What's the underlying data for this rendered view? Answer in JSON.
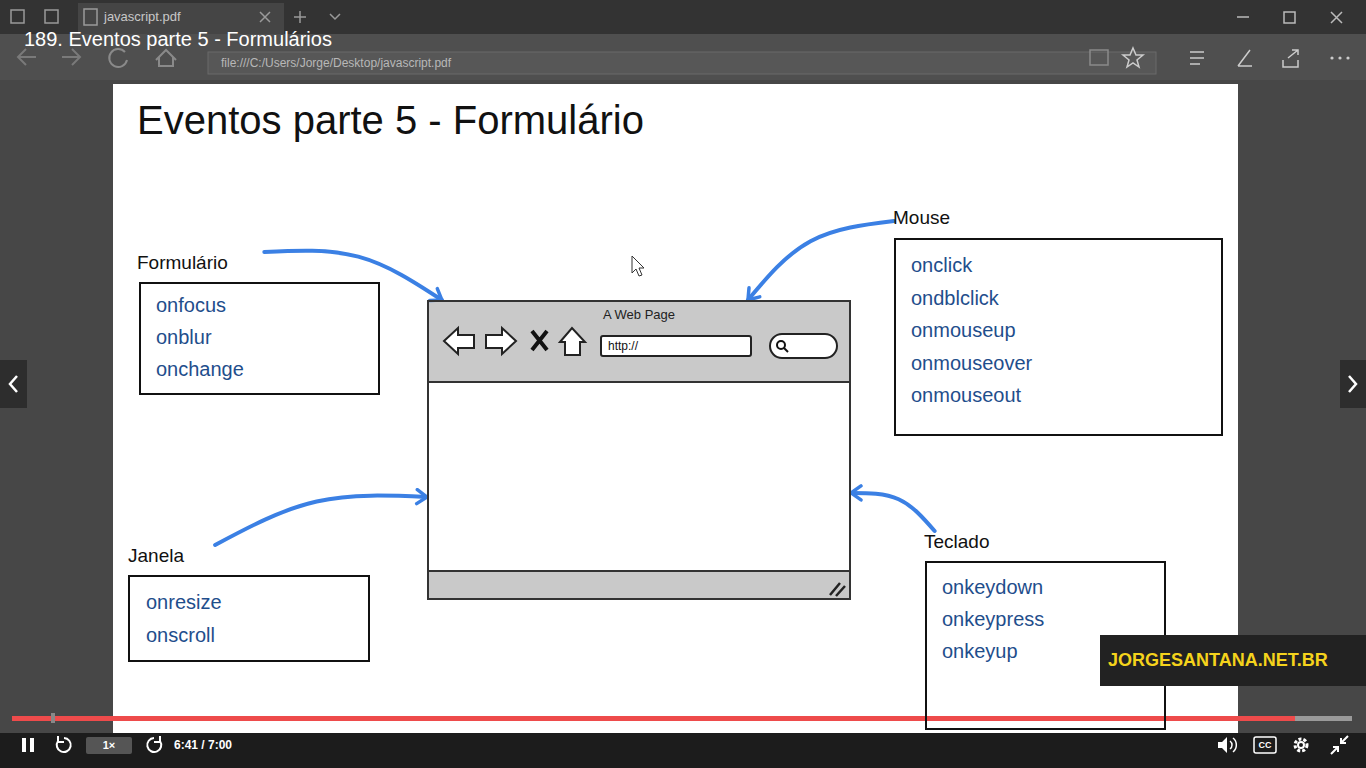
{
  "diagram": {
    "title": "Eventos parte 5 - Formulário",
    "nodes": [
      {
        "text": [
          "Formulário",
          "onfocus",
          "onblur",
          "onchange"
        ]
      },
      {
        "text": [
          "Mouse",
          "onclick",
          "ondblclick",
          "onmouseup",
          "onmouseover",
          "onmouseout"
        ]
      },
      {
        "text": [
          "A Web Page"
        ]
      },
      {
        "text": [
          "http://"
        ],
        "in": 2
      },
      {
        "text": [
          "Janela",
          "onresize",
          "onscroll"
        ]
      },
      {
        "text": [
          "Teclado",
          "onkeydown",
          "onkeypress",
          "onkeyup"
        ]
      },
      {
        "text": [
          "JORGESANTANA.NET.BR"
        ]
      }
    ],
    "edges": [
      {
        "from": 0,
        "to": 2,
        "arrow": "to"
      },
      {
        "from": 1,
        "to": 2,
        "arrow": "to"
      },
      {
        "from": 4,
        "to": 2,
        "arrow": "to"
      },
      {
        "from": 5,
        "to": 2,
        "arrow": "to"
      }
    ],
    "labels": [
      "javascript.pdf",
      "file:///C:/Users/Jorge/Desktop/javascript.pdf",
      "189. Eventos parte 5 - Formulários",
      "1×",
      "6:41 / 7:00",
      "CC"
    ]
  }
}
